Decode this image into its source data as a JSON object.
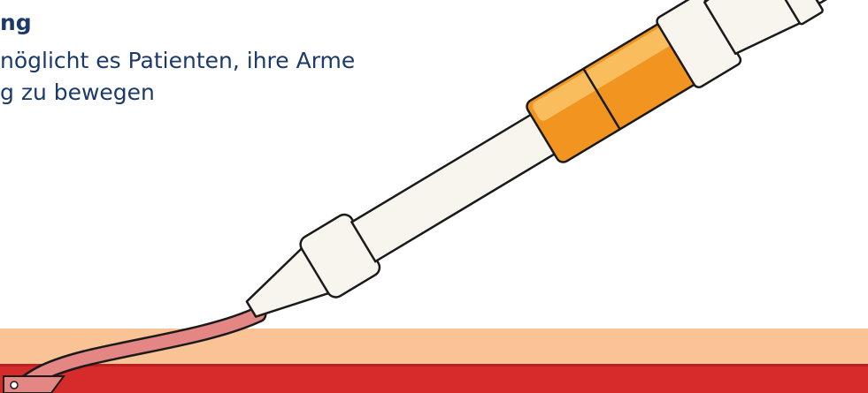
{
  "text": {
    "heading": "ng",
    "line1": "nöglicht es Patienten, ihre Arme",
    "line2": "g zu bewegen"
  },
  "colors": {
    "text": "#1b3a6b",
    "skin": "#f9c395",
    "muscle": "#d52b2b",
    "tube": "#e38684",
    "barrel": "#f8f5ee",
    "grip": "#f29420",
    "grip_highlight": "#f9bd5e",
    "outline": "#1a1a1a"
  },
  "icons": {
    "illustration": "iv-cannula-in-arm-icon"
  }
}
